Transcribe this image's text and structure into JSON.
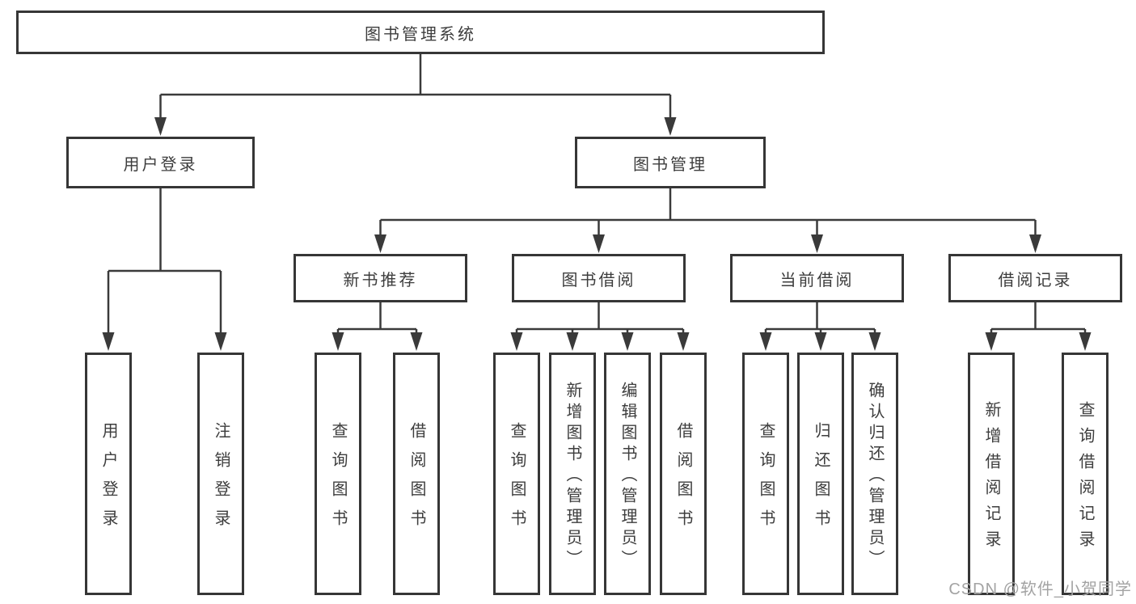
{
  "tree": {
    "root": {
      "label": "图书管理系统"
    },
    "children": [
      {
        "label": "用户登录",
        "children": [
          {
            "label": "用户登录"
          },
          {
            "label": "注销登录"
          }
        ]
      },
      {
        "label": "图书管理",
        "children": [
          {
            "label": "新书推荐",
            "children": [
              {
                "label": "查询图书"
              },
              {
                "label": "借阅图书"
              }
            ]
          },
          {
            "label": "图书借阅",
            "children": [
              {
                "label": "查询图书"
              },
              {
                "label": "新增图书（管理员）"
              },
              {
                "label": "编辑图书（管理员）"
              },
              {
                "label": "借阅图书"
              }
            ]
          },
          {
            "label": "当前借阅",
            "children": [
              {
                "label": "查询图书"
              },
              {
                "label": "归还图书"
              },
              {
                "label": "确认归还（管理员）"
              }
            ]
          },
          {
            "label": "借阅记录",
            "children": [
              {
                "label": "新增借阅记录"
              },
              {
                "label": "查询借阅记录"
              }
            ]
          }
        ]
      }
    ]
  },
  "watermark": {
    "text": "CSDN @软件_小贺同学"
  },
  "colors": {
    "line": "#3a3a3a",
    "box_border": "#363636",
    "box_fill": "#ffffff",
    "text": "#3d3d3d",
    "watermark": "#a3a3a3",
    "background": "#ffffff"
  }
}
